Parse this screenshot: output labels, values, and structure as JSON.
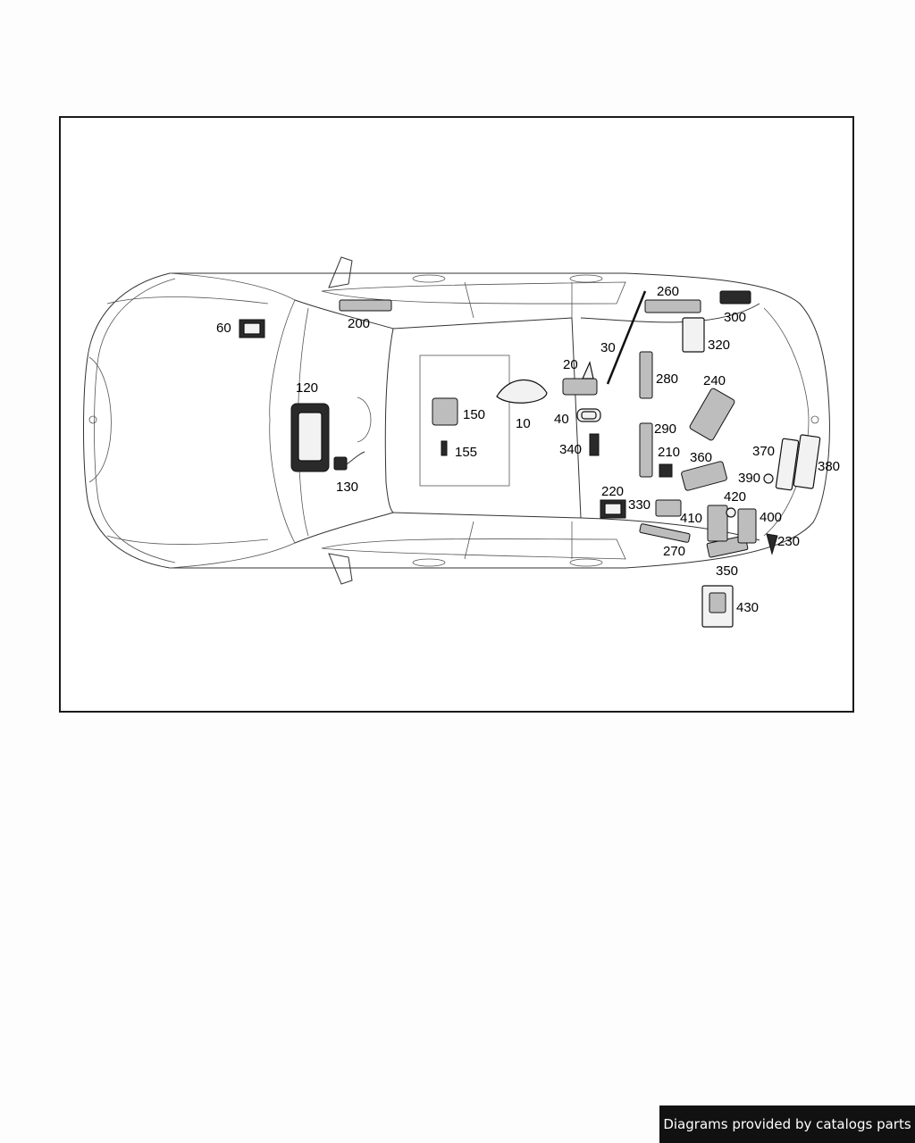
{
  "diagram": {
    "callouts": {
      "c10": "10",
      "c20": "20",
      "c30": "30",
      "c40": "40",
      "c60": "60",
      "c120": "120",
      "c130": "130",
      "c150": "150",
      "c155": "155",
      "c200": "200",
      "c210": "210",
      "c220": "220",
      "c230": "230",
      "c240": "240",
      "c260": "260",
      "c270": "270",
      "c280": "280",
      "c290": "290",
      "c300": "300",
      "c320": "320",
      "c330": "330",
      "c340": "340",
      "c350": "350",
      "c360": "360",
      "c370": "370",
      "c380": "380",
      "c390": "390",
      "c400": "400",
      "c410": "410",
      "c420": "420",
      "c430": "430"
    }
  },
  "credit": {
    "text": "Diagrams provided by catalogs parts"
  },
  "colors": {
    "frame": "#1a1a1a",
    "banner": "#111111",
    "line": "#333333"
  }
}
